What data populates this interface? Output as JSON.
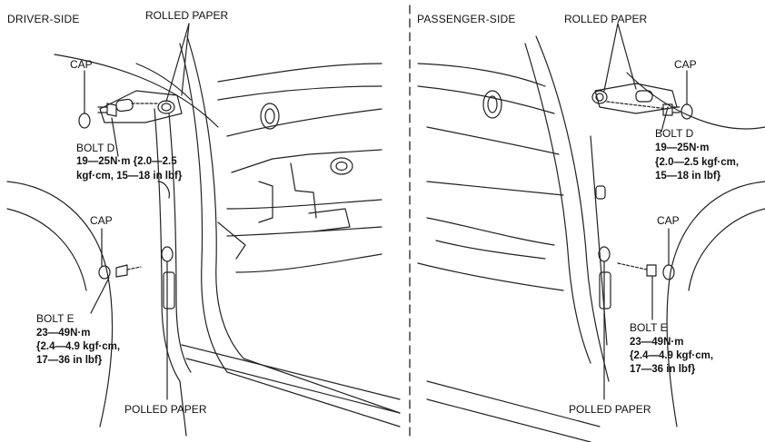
{
  "driver": {
    "header": "DRIVER-SIDE",
    "rolled_paper_top": "ROLLED PAPER",
    "cap_top": "CAP",
    "bolt_d": {
      "name": "BOLT D",
      "spec1": "19—25N·m {2.0—2.5",
      "spec2": "kgf·cm, 15—18 in lbf}"
    },
    "cap_mid": "CAP",
    "bolt_e": {
      "name": "BOLT E",
      "spec1": "23—49N·m",
      "spec2": "{2.4—4.9 kgf·cm,",
      "spec3": "17—36 in lbf}"
    },
    "polled_paper": "POLLED PAPER"
  },
  "passenger": {
    "header": "PASSENGER-SIDE",
    "rolled_paper_top": "ROLLED PAPER",
    "cap_top": "CAP",
    "bolt_d": {
      "name": "BOLT D",
      "spec1": "19—25N·m",
      "spec2": "{2.0—2.5 kgf·cm,",
      "spec3": "15—18 in lbf}"
    },
    "cap_mid": "CAP",
    "bolt_e": {
      "name": "BOLT E",
      "spec1": "23—49N·m",
      "spec2": "{2.4—4.9 kgf·cm,",
      "spec3": "17—36 in lbf}"
    },
    "polled_paper": "POLLED PAPER"
  }
}
